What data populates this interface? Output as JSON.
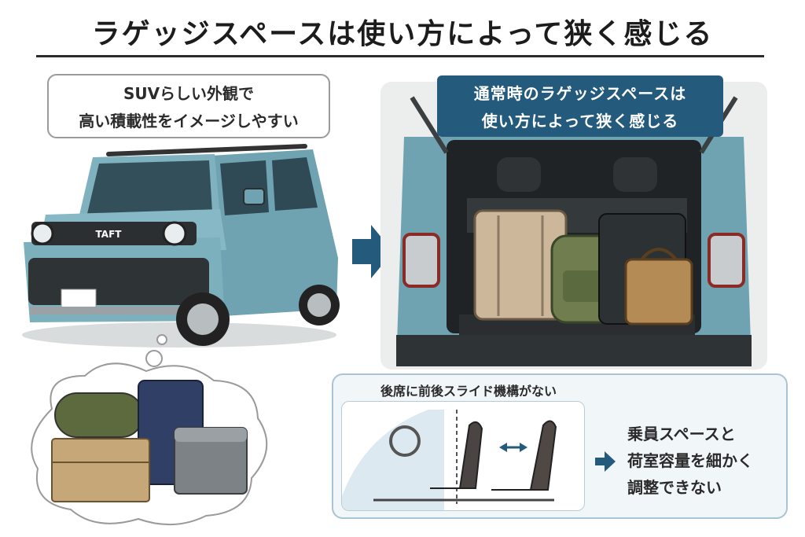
{
  "title": "ラゲッジスペースは使い方によって狭く感じる",
  "left_note": {
    "line1": "SUVらしい外観で",
    "line2": "高い積載性をイメージしやすい"
  },
  "car_badge": "TAFT",
  "rear_label": {
    "line1": "通常時のラゲッジスペースは",
    "line2": "使い方によって狭く感じる"
  },
  "bottom": {
    "heading": "後席に前後スライド機構がない",
    "result_line1": "乗員スペースと",
    "result_line2": "荷室容量を細かく",
    "result_line3": "調整できない"
  },
  "colors": {
    "car_body": "#7fb1bf",
    "accent_navy": "#245a7c",
    "arrow": "#245a7c",
    "bottom_border": "#a8c4d6"
  },
  "icons": [
    "right-arrow-icon",
    "double-arrow-icon",
    "steering-wheel-icon"
  ]
}
